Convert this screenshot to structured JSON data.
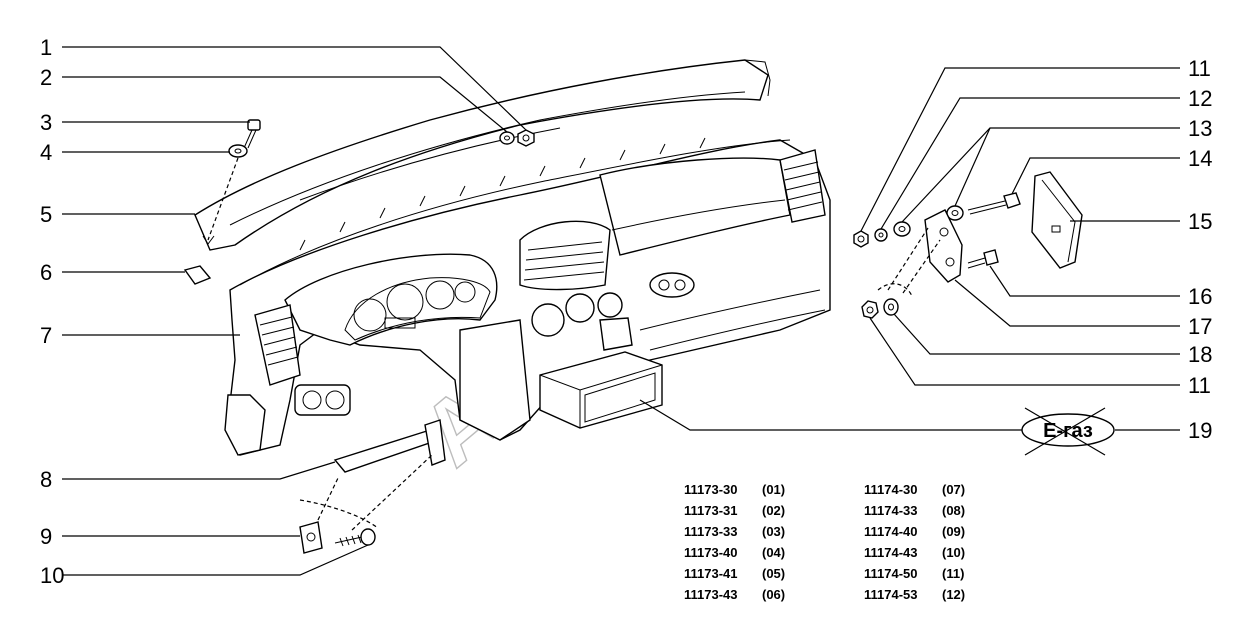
{
  "callouts_left": [
    "1",
    "2",
    "3",
    "4",
    "5",
    "6",
    "7",
    "8",
    "9",
    "10"
  ],
  "callouts_right": [
    "11",
    "12",
    "13",
    "14",
    "15",
    "16",
    "17",
    "18",
    "11",
    "19"
  ],
  "egaz_label": "E-газ",
  "watermark": "AutoSoft",
  "codes_left": [
    {
      "code": "11173-30",
      "ref": "(01)"
    },
    {
      "code": "11173-31",
      "ref": "(02)"
    },
    {
      "code": "11173-33",
      "ref": "(03)"
    },
    {
      "code": "11173-40",
      "ref": "(04)"
    },
    {
      "code": "11173-41",
      "ref": "(05)"
    },
    {
      "code": "11173-43",
      "ref": "(06)"
    }
  ],
  "codes_right": [
    {
      "code": "11174-30",
      "ref": "(07)"
    },
    {
      "code": "11174-33",
      "ref": "(08)"
    },
    {
      "code": "11174-40",
      "ref": "(09)"
    },
    {
      "code": "11174-43",
      "ref": "(10)"
    },
    {
      "code": "11174-50",
      "ref": "(11)"
    },
    {
      "code": "11174-53",
      "ref": "(12)"
    }
  ],
  "colors": {
    "line": "#000000",
    "background": "#ffffff",
    "watermark": "#bdbdbd"
  }
}
